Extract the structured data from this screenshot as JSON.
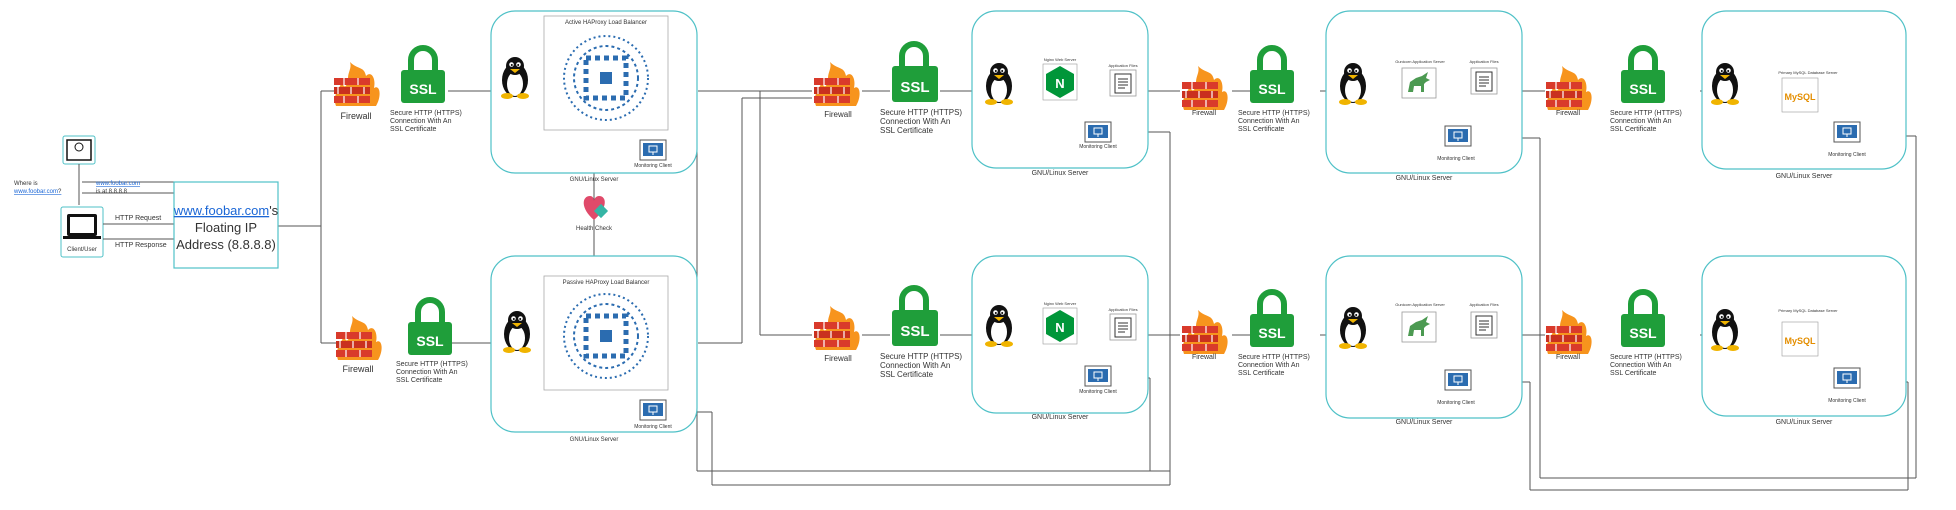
{
  "client": {
    "where_prefix": "Where is",
    "where_link": "www.foobar.com",
    "where_suffix": "?",
    "answer_link": "www.foobar.com",
    "answer_suffix": "is at 8.8.8.8",
    "label": "Client/User",
    "http_request": "HTTP Request",
    "http_response": "HTTP Response"
  },
  "floating_ip": {
    "link": "www.foobar.com",
    "line1_suffix": "'s",
    "line2": "Floating IP",
    "line3": "Address (8.8.8.8)"
  },
  "common": {
    "firewall": "Firewall",
    "ssl_badge": "SSL",
    "ssl_line1": "Secure HTTP (HTTPS)",
    "ssl_line2": "Connection With An",
    "ssl_line3": "SSL Certificate",
    "server_label": "GNU/Linux Server",
    "monitoring": "Monitoring Client",
    "app_files": "Application Files",
    "nginx_badge": "N",
    "mysql_badge": "MySQL"
  },
  "load_balancers": {
    "active_title": "Active HAProxy Load Balancer",
    "passive_title": "Passive HAProxy Load Balancer",
    "health_check": "Health Check"
  },
  "tiers": {
    "web_server_title": "Nginx Web Server",
    "app_server_title": "Gunicorn Application Server",
    "db_primary_title": "Primary MySQL Database Server",
    "db_replica_title": "Primary MySQL Database Server"
  },
  "colors": {
    "box_border": "#4fc1c7",
    "firewall_red": "#d93a2b",
    "firewall_flame": "#f7941d",
    "ssl_green": "#1f9e3a",
    "nginx_green": "#009639",
    "gunicorn_green": "#4c9a52",
    "heart": "#e04a6a",
    "monitor_blue": "#2b6cb0",
    "link_blue": "#1a66d6",
    "line_gray": "#555555"
  }
}
